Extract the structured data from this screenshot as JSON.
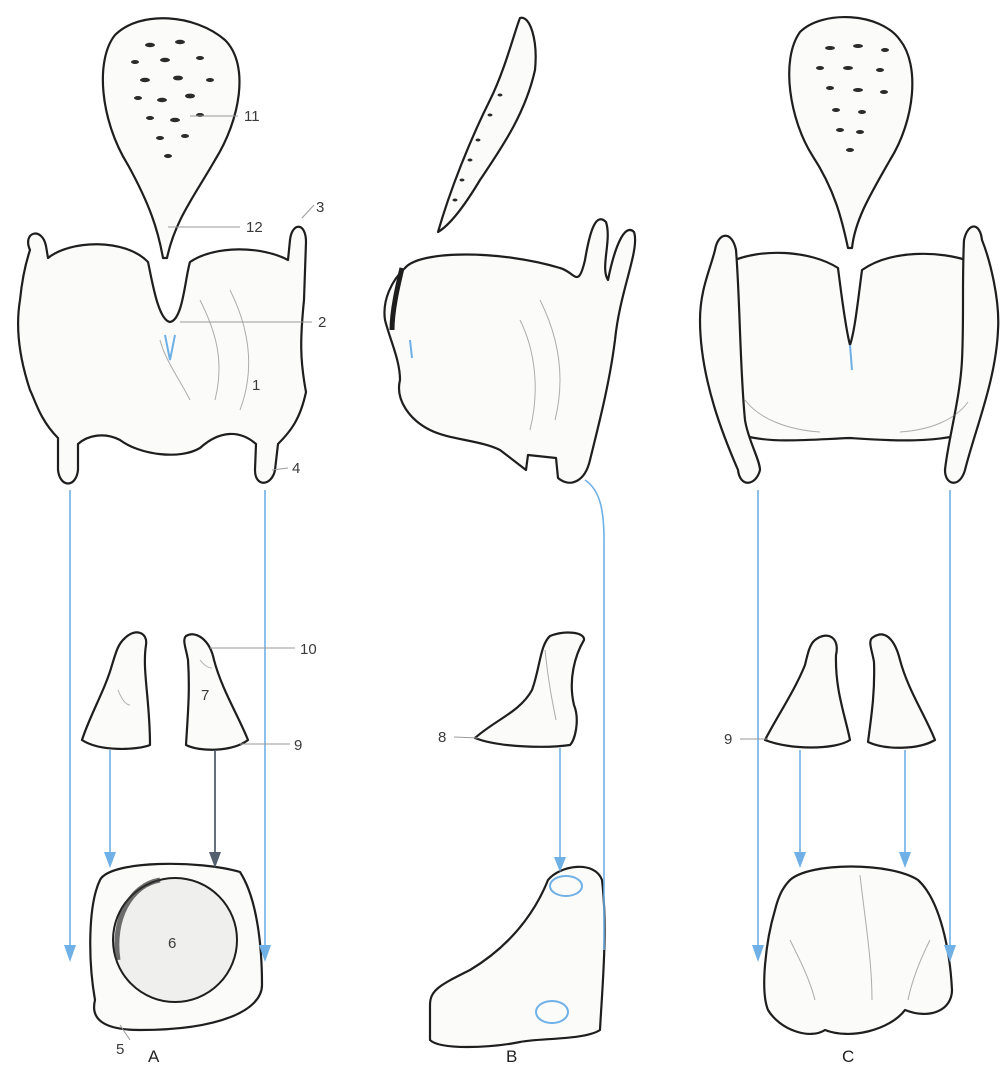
{
  "figure": {
    "views": [
      {
        "id": "A",
        "label": "A"
      },
      {
        "id": "B",
        "label": "B"
      },
      {
        "id": "C",
        "label": "C"
      }
    ],
    "labels": {
      "l1": "1",
      "l2": "2",
      "l3": "3",
      "l4": "4",
      "l5": "5",
      "l6": "6",
      "l7": "7",
      "l8": "8",
      "l9a": "9",
      "l9b": "9",
      "l10": "10",
      "l11": "11",
      "l12": "12"
    }
  },
  "colors": {
    "outline": "#1e1e1e",
    "arrow_blue": "#6fb0e6",
    "arrow_dark": "#55606e",
    "leader": "#9a9a9a"
  }
}
